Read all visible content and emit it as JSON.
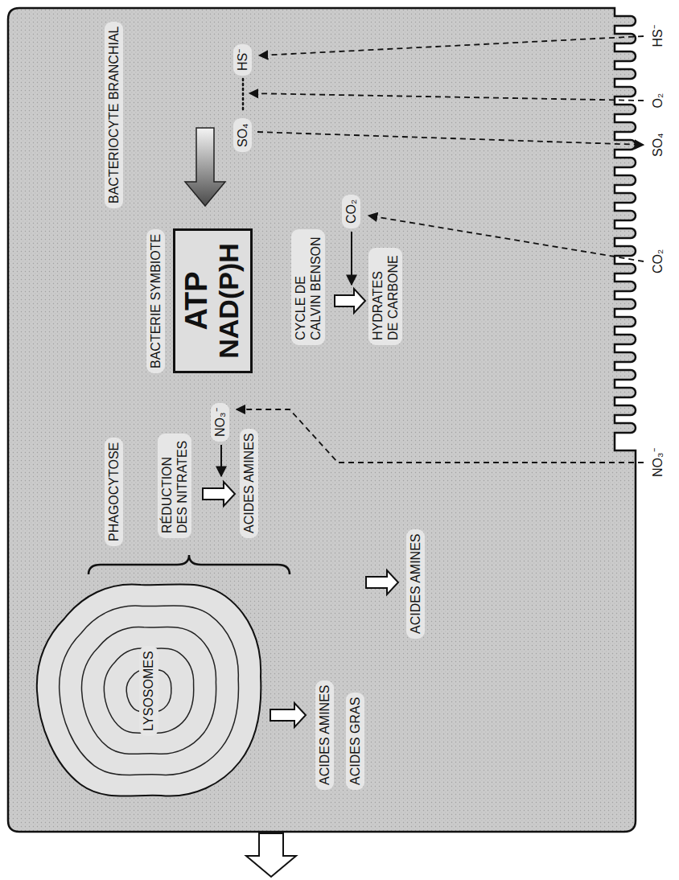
{
  "diagram": {
    "nodes": [
      {
        "text": [
          "BACTERIOCYTE BRANCHIAL"
        ]
      },
      {
        "text": [
          "LYSOSOMES"
        ],
        "in": 0
      },
      {
        "text": [
          "ATP",
          "NAD(P)H"
        ],
        "in": 0
      }
    ],
    "labels": [
      "HS⁻",
      "O₂",
      "SO₄",
      "CO₂",
      "NO₃⁻",
      "BACTERIE SYMBIOTE",
      "HS⁻",
      "SO₄",
      "CYCLE DE CALVIN BENSON",
      "CO₂",
      "HYDRATES DE CARBONE",
      "RÉDUCTION DES NITRATES",
      "NO₃⁻",
      "ACIDES AMINES",
      "PHAGOCYTOSE",
      "ACIDES AMINES",
      "ACIDES AMINES",
      "ACIDES GRAS"
    ]
  }
}
